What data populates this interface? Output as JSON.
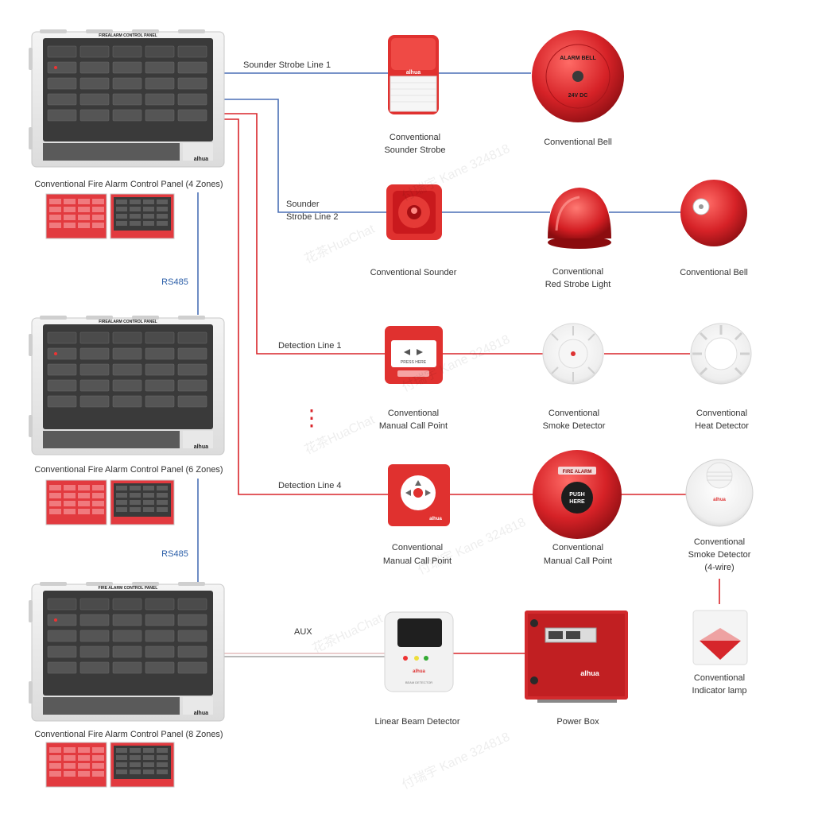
{
  "panels": [
    {
      "label": "Conventional Fire Alarm Control Panel (4 Zones)",
      "header": "FIREALARM CONTROL PANEL",
      "brand": "alhua"
    },
    {
      "label": "Conventional Fire Alarm Control Panel (6 Zones)",
      "header": "FIREALARM CONTROL PANEL",
      "brand": "alhua"
    },
    {
      "label": "Conventional Fire Alarm Control Panel (8 Zones)",
      "header": "FIRE ALARM CONTROL PANEL",
      "brand": "alhua"
    }
  ],
  "bus_labels": [
    "RS485",
    "RS485"
  ],
  "lines": {
    "sounder_strobe_1": "Sounder Strobe Line 1",
    "sounder_strobe_2_a": "Sounder",
    "sounder_strobe_2_b": "Strobe Line 2",
    "detection_1": "Detection Line 1",
    "detection_4": "Detection Line 4",
    "aux": "AUX"
  },
  "devices": {
    "sounder_strobe": {
      "l1": "Conventional",
      "l2": "Sounder Strobe",
      "brand": "alhua"
    },
    "bell_1": {
      "l1": "Conventional Bell",
      "face": "ALARM BELL",
      "face2": "24V DC"
    },
    "sounder": {
      "l1": "Conventional  Sounder"
    },
    "red_strobe": {
      "l1": "Conventional",
      "l2": "Red Strobe Light"
    },
    "bell_2": {
      "l1": "Conventional  Bell"
    },
    "mcp_1": {
      "l1": "Conventional",
      "l2": "Manual Call Point",
      "face": "PRESS HERE"
    },
    "smoke_1": {
      "l1": "Conventional",
      "l2": "Smoke Detector"
    },
    "heat": {
      "l1": "Conventional",
      "l2": "Heat Detector"
    },
    "mcp_2": {
      "l1": "Conventional",
      "l2": "Manual Call Point",
      "brand": "alhua"
    },
    "mcp_3": {
      "l1": "Conventional",
      "l2": "Manual Call Point",
      "face_top": "FIRE ALARM",
      "face_1": "PUSH",
      "face_2": "HERE"
    },
    "smoke_4wire": {
      "l1": "Conventional",
      "l2": "Smoke Detector",
      "l3": "(4-wire)",
      "brand": "alhua"
    },
    "indicator": {
      "l1": "Conventional",
      "l2": "Indicator lamp"
    },
    "beam": {
      "l1": "Linear Beam Detector",
      "brand": "alhua",
      "plate": "BEAM DETECTOR"
    },
    "power": {
      "l1": "Power Box",
      "brand": "alhua"
    }
  },
  "ellipsis": "⋮",
  "watermarks": [
    "花茶HuaChat",
    "付瑞宇 Kane 324818"
  ],
  "colors": {
    "blue": "#4a6fb5",
    "red": "#d9252a",
    "grey": "#b5b5b5",
    "panelDark": "#3a3a3a",
    "panelRed": "#e23a3f"
  }
}
